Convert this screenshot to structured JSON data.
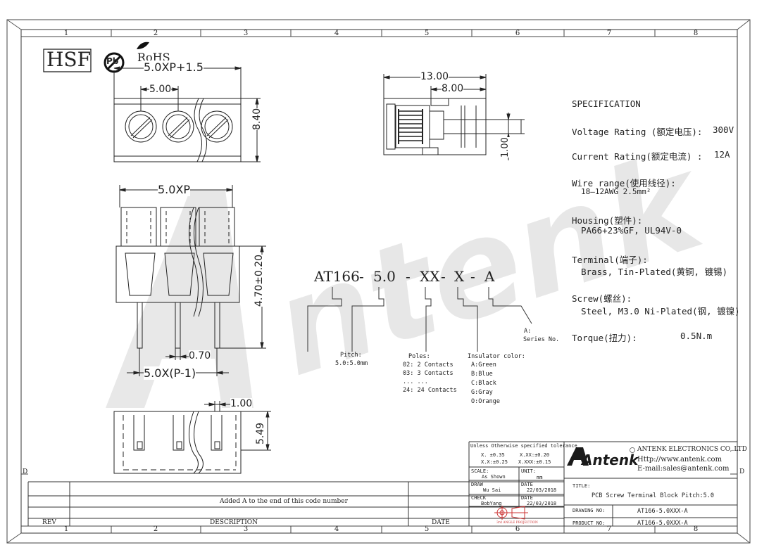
{
  "frame": {
    "columns": [
      "1",
      "2",
      "3",
      "4",
      "5",
      "6",
      "7",
      "8"
    ],
    "row_letter": "D"
  },
  "header": {
    "hsf": "HSF",
    "pb": "Pb",
    "rohs": "RoHS"
  },
  "watermark": "Antenk",
  "dimensions": {
    "top_width": "5.0XP+1.5",
    "top_pitch": "5.00",
    "top_height": "8.40",
    "side_total": "13.00",
    "side_inner": "8.00",
    "side_pin": "1.00",
    "front_width": "5.0XP",
    "front_pin_height": "4.70±0.20",
    "front_pin_width": "0.70",
    "front_pin_span": "5.0X(P-1)",
    "bottom_pin": "1.00",
    "bottom_height": "5.49"
  },
  "part_code": {
    "segments": [
      "AT166",
      "-",
      "5.0",
      "-",
      "XX",
      "-",
      "X",
      "-",
      "A"
    ],
    "pitch": {
      "title": "Pitch:",
      "value": "5.0:5.0mm"
    },
    "poles": {
      "title": "Poles:",
      "items": [
        "02: 2 Contacts",
        "03: 3 Contacts",
        "... ...",
        "24: 24 Contacts"
      ]
    },
    "insulator": {
      "title": "Insulator color:",
      "items": [
        "A:Green",
        "B:Blue",
        "C:Black",
        "G:Gray",
        "O:Orange"
      ]
    },
    "series": {
      "title": "A:",
      "value": "Series No."
    }
  },
  "specification": {
    "title": "SPECIFICATION",
    "voltage_label": "Voltage Rating (额定电压):",
    "voltage_value": "300V",
    "current_label": "Current Rating(额定电流) :",
    "current_value": "12A",
    "wire_label": "Wire range(使用线径):",
    "wire_value": "18—12AWG 2.5mm²",
    "housing_label": "Housing(塑件):",
    "housing_value": "PA66+23%GF, UL94V-0",
    "terminal_label": "Terminal(端子):",
    "terminal_value": "Brass, Tin-Plated(黄铜, 镀锡)",
    "screw_label": "Screw(螺丝):",
    "screw_value": "Steel, M3.0 Ni-Plated(钢,  镀镍)",
    "torque_label": "Torque(扭力):",
    "torque_value": "0.5N.m"
  },
  "title_block": {
    "tolerance_title": "Unless Otherwise specified tolerance",
    "tol_1a": "X. ±0.35",
    "tol_1b": "X.XX:±0.20",
    "tol_2a": "X.X:±0.25",
    "tol_2b": "X.XXX:±0.15",
    "scale_label": "SCALE:",
    "scale_value": "As Shown",
    "unit_label": "UNIT:",
    "unit_value": "mm",
    "draw_label": "DRAW",
    "draw_value": "Wu Sai",
    "draw_date_label": "DATE",
    "draw_date": "22/03/2018",
    "check_label": "CHECK",
    "check_value": "BobYang",
    "check_date_label": "DATE",
    "check_date": "22/03/2018",
    "projection": "3rd ANGLE PROJECTION",
    "company_logo": "Antenk",
    "company_name": "ANTENK ELECTRONICS CO,.LTD",
    "company_web": "Http://www.antenk.com",
    "company_mail": "E-mail:sales@antenk.com",
    "title_label": "TITLE:",
    "title_value": "PCB Screw Terminal Block Pitch:5.0",
    "drawing_no_label": "DRAWING NO:",
    "drawing_no": "AT166-5.0XXX-A",
    "product_no_label": "PRODUCT NO:",
    "product_no": "AT166-5.0XXX-A"
  },
  "revision_block": {
    "rev_header": "REV",
    "description_header": "DESCRIPTION",
    "date_header": "DATE",
    "rev_entry": "Added A to the end of this code number"
  }
}
